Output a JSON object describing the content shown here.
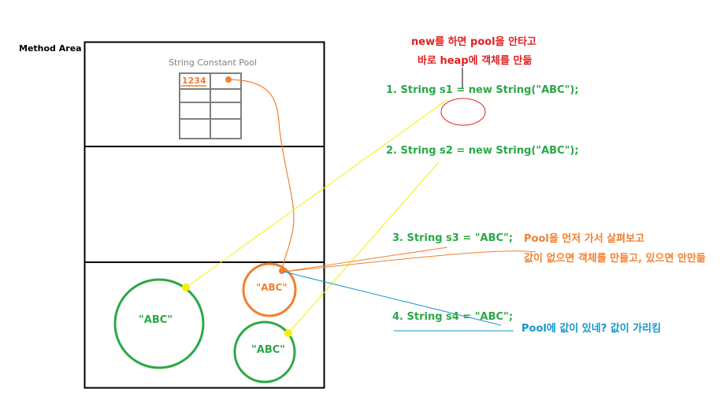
{
  "method_area_label": "Method Area",
  "pool": {
    "title": "String Constant Pool",
    "address": "1234"
  },
  "notes": {
    "new_no_pool_line1": "new를 하면 pool을 안타고",
    "new_no_pool_line2": "바로 heap에 객체를 만듦",
    "literal_line1": "Pool을 먼저 가서 살펴보고",
    "literal_line2": "값이 없으면 객체를 만들고, 있으면 안만듦",
    "pool_has_value": "Pool에 값이 있네? 값이 가리킴"
  },
  "code": {
    "line1": "1. String s1 = new String(\"ABC\");",
    "line2": "2. String s2 = new String(\"ABC\");",
    "line3": "3. String s3 = \"ABC\";",
    "line4": "4. String s4 = \"ABC\";"
  },
  "heap_objects": {
    "big_green": "\"ABC\"",
    "orange": "\"ABC\"",
    "small_green": "\"ABC\""
  },
  "colors": {
    "green": "#2aa845",
    "orange": "#f08030",
    "red": "#e02020",
    "blue": "#1496d0",
    "yellow": "#f5f000",
    "gray": "#7f7f7f"
  }
}
